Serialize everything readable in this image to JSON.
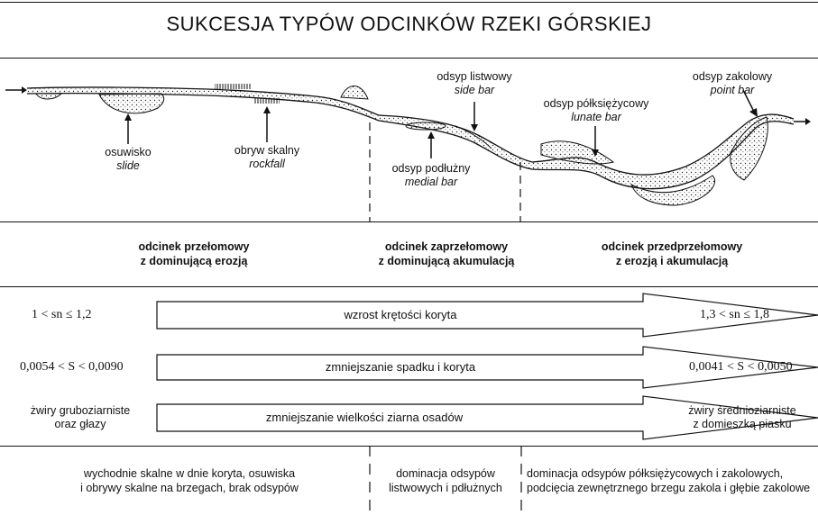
{
  "title": "SUKCESJA TYPÓW ODCINKÓW RZEKI GÓRSKIEJ",
  "features": {
    "slide": {
      "pl": "osuwisko",
      "en": "slide"
    },
    "rockfall": {
      "pl": "obryw skalny",
      "en": "rockfall"
    },
    "medial_bar": {
      "pl": "odsyp podłużny",
      "en": "medial bar"
    },
    "side_bar": {
      "pl": "odsyp listwowy",
      "en": "side bar"
    },
    "lunate_bar": {
      "pl": "odsyp półksiężycowy",
      "en": "lunate bar"
    },
    "point_bar": {
      "pl": "odsyp zakolowy",
      "en": "point bar"
    }
  },
  "sections": [
    {
      "line1": "odcinek przełomowy",
      "line2": "z dominującą erozją"
    },
    {
      "line1": "odcinek zaprzełomowy",
      "line2": "z dominującą akumulacją"
    },
    {
      "line1": "odcinek przedprzełomowy",
      "line2": "z erozją i akumulacją"
    }
  ],
  "trends": [
    {
      "label": "wzrost krętości koryta",
      "left": "1 < sn ≤ 1,2",
      "right": "1,3 < sn ≤ 1,8"
    },
    {
      "label": "zmniejszanie spadku i koryta",
      "left": "0,0054 < S < 0,0090",
      "right": "0,0041 < S < 0,0050"
    },
    {
      "label": "zmniejszanie wielkości ziarna osadów",
      "left_line1": "żwiry gruboziarniste",
      "left_line2": "oraz głazy",
      "right_line1": "żwiry średnioziarniste",
      "right_line2": "z domieszką piasku"
    }
  ],
  "bottom": [
    {
      "line1": "wychodnie skalne w dnie koryta, osuwiska",
      "line2": "i obrywy skalne na brzegach, brak odsypów"
    },
    {
      "line1": "dominacja odsypów",
      "line2": "listwowych i pdłużnych"
    },
    {
      "line1": "dominacja odsypów półksiężycowych i zakolowych,",
      "line2": "podcięcia zewnętrznego brzegu zakola i głębie zakolowe"
    }
  ]
}
